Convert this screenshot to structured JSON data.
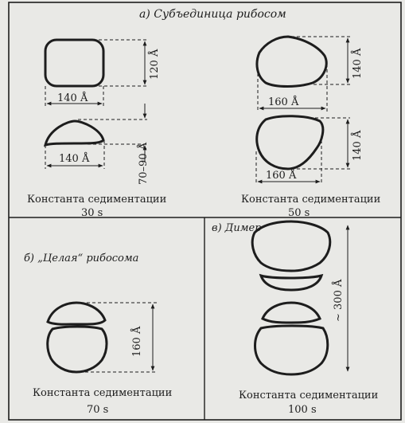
{
  "panels": {
    "a": {
      "title": "а)  Субъединица  рибосом",
      "small_shape_width": "140 Å",
      "small_shape_height": "120 Å",
      "small_pair_width": "140 Å",
      "small_pair_height": "70–90 Å",
      "large_shape_width": "160 Å",
      "large_shape_height": "140 Å",
      "large_pair_width": "160 Å",
      "large_pair_height": "140 Å",
      "left_caption": "Константа седиментации",
      "left_value": "30 s",
      "right_caption": "Константа седиментации",
      "right_value": "50 s"
    },
    "b": {
      "title": "б)  „Целая“  рибосома",
      "height_label": "160 Å",
      "caption": "Константа седиментации",
      "value": "70 s"
    },
    "c": {
      "title": "в)  Димер",
      "height_label": "~ 300 Å",
      "caption": "Константа седиментации",
      "value": "100 s"
    }
  },
  "colors": {
    "paper": "#e9e9e6",
    "ink": "#1d1d1d"
  }
}
